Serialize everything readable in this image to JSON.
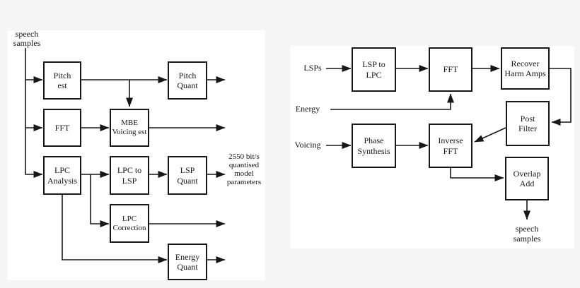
{
  "figure": {
    "colors": {
      "background": "#f5f5f5",
      "panel": "#fefefe",
      "line": "#171717"
    },
    "encoder": {
      "input_label": "speech\nsamples",
      "nodes": {
        "pitch_est": "Pitch\nest",
        "pitch_quant": "Pitch\nQuant",
        "fft": "FFT",
        "mbe_voicing_est": "MBE\nVoicing est",
        "lpc_analysis": "LPC\nAnalysis",
        "lpc_to_lsp": "LPC to\nLSP",
        "lsp_quant": "LSP\nQuant",
        "lpc_correction": "LPC\nCorrection",
        "energy_quant": "Energy\nQuant"
      },
      "output_label": "2550 bit/s\nquantised\nmodel\nparameters"
    },
    "decoder": {
      "input_labels": {
        "lsps": "LSPs",
        "energy": "Energy",
        "voicing": "Voicing"
      },
      "nodes": {
        "lsp_to_lpc": "LSP to\nLPC",
        "fft": "FFT",
        "recover_harm_amps": "Recover\nHarm Amps",
        "post_filter": "Post\nFilter",
        "phase_synthesis": "Phase\nSynthesis",
        "inverse_fft": "Inverse\nFFT",
        "overlap_add": "Overlap\nAdd"
      },
      "output_label": "speech\nsamples"
    }
  }
}
